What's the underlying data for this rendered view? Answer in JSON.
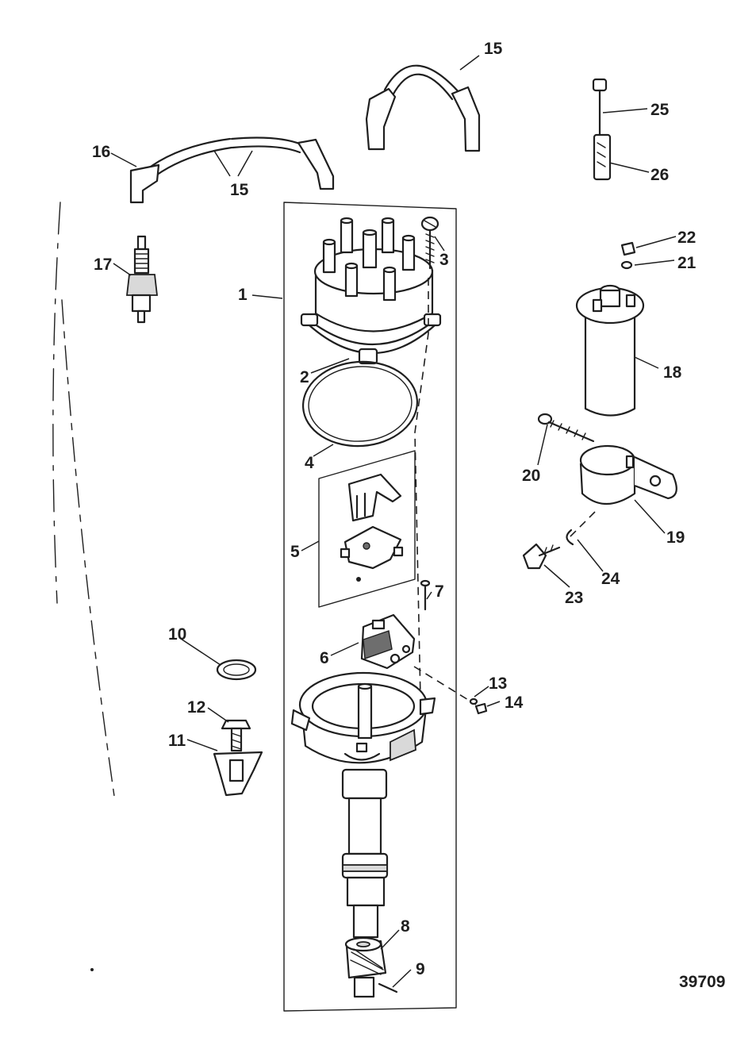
{
  "diagram_id": "39709",
  "callouts": {
    "c1": "1",
    "c2": "2",
    "c3": "3",
    "c4": "4",
    "c5": "5",
    "c6": "6",
    "c7": "7",
    "c8": "8",
    "c9": "9",
    "c10": "10",
    "c11": "11",
    "c12": "12",
    "c13": "13",
    "c14": "14",
    "c15a": "15",
    "c15b": "15",
    "c16": "16",
    "c17": "17",
    "c18": "18",
    "c19": "19",
    "c20": "20",
    "c21": "21",
    "c22": "22",
    "c23": "23",
    "c24": "24",
    "c25": "25",
    "c26": "26"
  }
}
